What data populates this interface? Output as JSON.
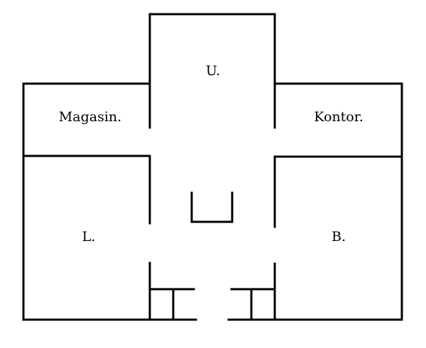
{
  "rooms": {
    "u": "U.",
    "magasin": "Magasin.",
    "kontor": "Kontor.",
    "l": "L.",
    "b": "B."
  }
}
